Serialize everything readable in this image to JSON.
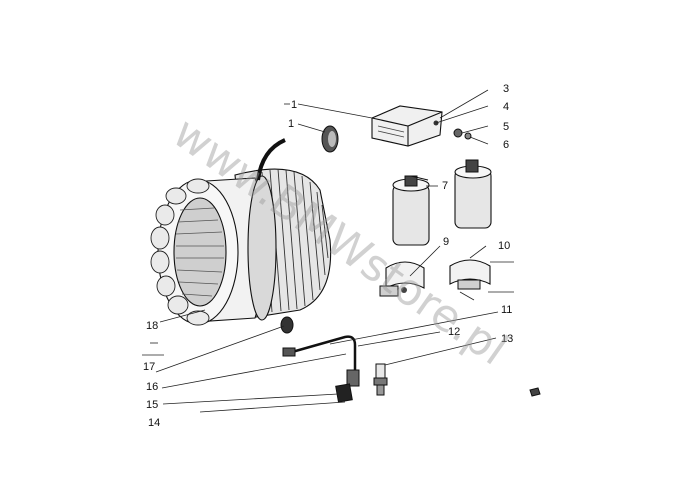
{
  "watermark": "www.BMWstore.pl",
  "callouts": [
    {
      "id": "1",
      "label": "1"
    },
    {
      "id": "1b",
      "label": "1"
    },
    {
      "id": "3",
      "label": "3"
    },
    {
      "id": "4",
      "label": "4"
    },
    {
      "id": "5",
      "label": "5"
    },
    {
      "id": "6",
      "label": "6"
    },
    {
      "id": "7",
      "label": "7"
    },
    {
      "id": "9",
      "label": "9"
    },
    {
      "id": "10",
      "label": "10"
    },
    {
      "id": "11",
      "label": "11"
    },
    {
      "id": "12",
      "label": "12"
    },
    {
      "id": "13",
      "label": "13"
    },
    {
      "id": "14",
      "label": "14"
    },
    {
      "id": "15",
      "label": "15"
    },
    {
      "id": "16",
      "label": "16"
    },
    {
      "id": "17",
      "label": "17"
    },
    {
      "id": "18",
      "label": "18"
    }
  ],
  "parts": [
    "alternator-stator-rotor",
    "voltage-regulator",
    "ignition-coil-1",
    "ignition-coil-2",
    "coil-bracket-1",
    "coil-bracket-2",
    "spark-plug-cap-lead",
    "spark-plug",
    "grommet",
    "plug-cap",
    "small-nut"
  ]
}
